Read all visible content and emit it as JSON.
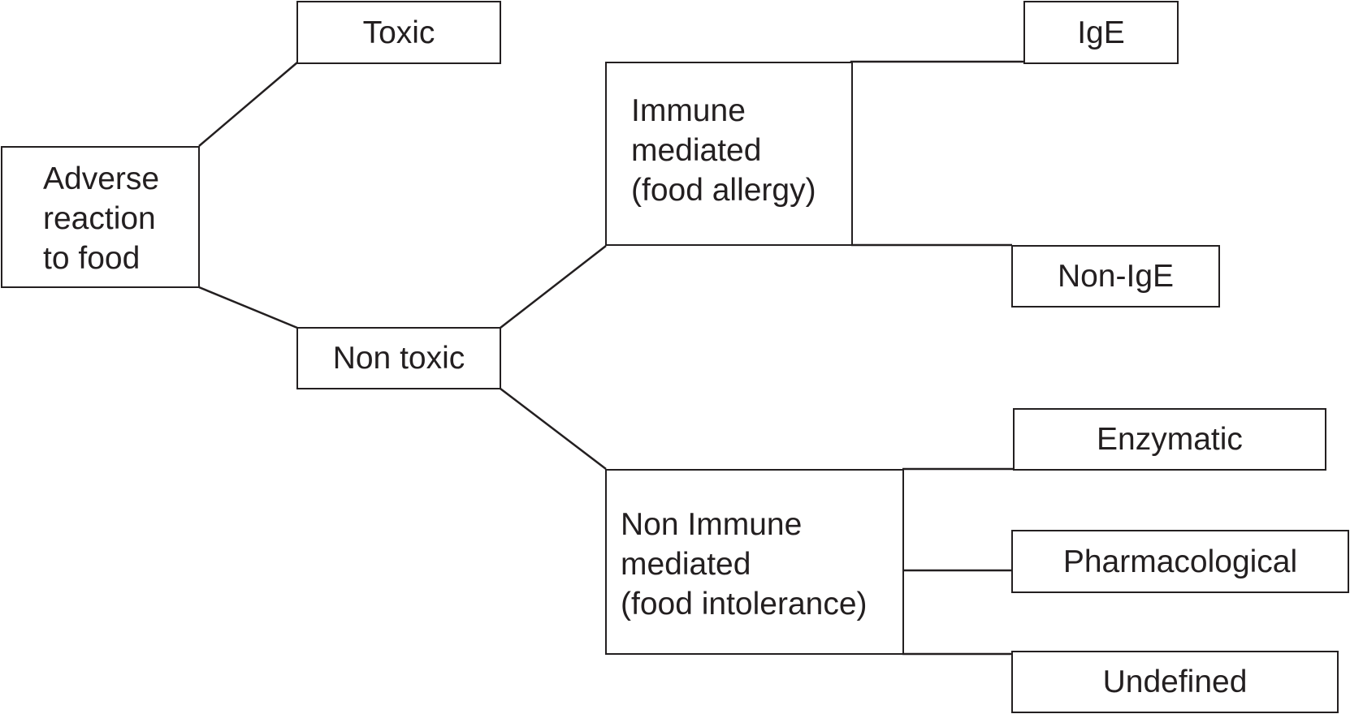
{
  "diagram": {
    "nodes": {
      "adverse": {
        "lines": [
          "Adverse",
          "reaction",
          "to food"
        ]
      },
      "toxic": {
        "label": "Toxic"
      },
      "nontoxic": {
        "label": "Non toxic"
      },
      "immune": {
        "lines": [
          "Immune",
          "mediated",
          "(food allergy)"
        ]
      },
      "ige": {
        "label": "IgE"
      },
      "nonige": {
        "label": "Non-IgE"
      },
      "nonimmune": {
        "lines": [
          "Non Immune",
          "mediated",
          "(food intolerance)"
        ]
      },
      "enzymatic": {
        "label": "Enzymatic"
      },
      "pharmacological": {
        "label": "Pharmacological"
      },
      "undefined": {
        "label": "Undefined"
      }
    }
  }
}
